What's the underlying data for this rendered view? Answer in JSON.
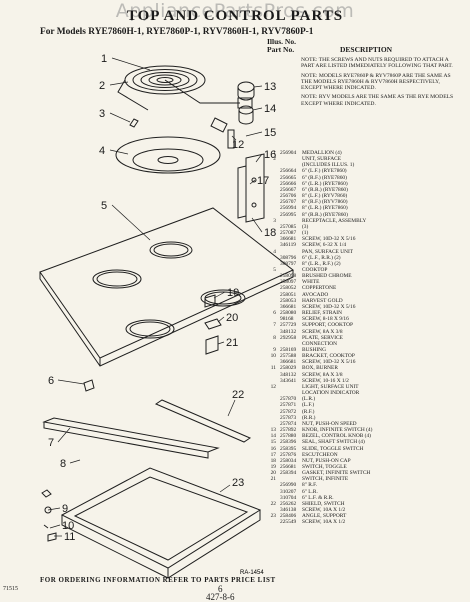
{
  "watermark": "AppliancePartsPros.com",
  "title": "TOP AND CONTROL PARTS",
  "models": "For Models RYE7860H-1, RYE7860P-1, RYV7860H-1, RYV7860P-1",
  "column_headers": {
    "illus_no": "Illus. No.",
    "part_no": "Part No.",
    "description": "DESCRIPTION"
  },
  "notes": [
    "Note: The screws and nuts required to attach a part are listed immediately following that part.",
    "Note: Models RYE7860P & RYV7860P are the same as the models RYE7860H & RYV7860H respectively, except where indicated.",
    "Note: RYV models are the same as the RYE models except where indicated."
  ],
  "callouts": [
    "1",
    "2",
    "3",
    "4",
    "5",
    "6",
    "7",
    "8",
    "9",
    "10",
    "11",
    "12",
    "13",
    "14",
    "15",
    "16",
    "17",
    "18",
    "19",
    "20",
    "21",
    "22",
    "23"
  ],
  "diagram_code": "RA-1454",
  "side_number": "71515",
  "page_number": "6",
  "page_suffix": "427-8-6",
  "footer": "FOR ORDERING INFORMATION REFER TO PARTS PRICE LIST",
  "parts": [
    {
      "ref": "1",
      "part": "256904",
      "desc": "Medallion (4)"
    },
    {
      "ref": "2",
      "part": "",
      "desc": "Unit, Surface"
    },
    {
      "ref": "",
      "part": "",
      "desc": "(Includes illus. 1)"
    },
    {
      "ref": "",
      "part": "256664",
      "desc": "6\" (L.F.) (RYE7860)"
    },
    {
      "ref": "",
      "part": "256665",
      "desc": "6\" (R.F.) (RYE7860)"
    },
    {
      "ref": "",
      "part": "256666",
      "desc": "6\" (L.R.) (RYE7860)"
    },
    {
      "ref": "",
      "part": "256667",
      "desc": "6\" (R.R.) (RYE7860)"
    },
    {
      "ref": "",
      "part": "256706",
      "desc": "8\" (L.F.) (RYV7860)"
    },
    {
      "ref": "",
      "part": "256707",
      "desc": "8\" (R.F.) (RYV7860)"
    },
    {
      "ref": "",
      "part": "256994",
      "desc": "8\" (L.R.) (RYE7860)"
    },
    {
      "ref": "",
      "part": "256995",
      "desc": "8\" (R.R.) (RYE7860)"
    },
    {
      "ref": "3",
      "part": "",
      "desc": "Receptacle, Assembly"
    },
    {
      "ref": "",
      "part": "257085",
      "desc": "(3)"
    },
    {
      "ref": "",
      "part": "257087",
      "desc": "(1)"
    },
    {
      "ref": "",
      "part": "366681",
      "desc": "Screw, 10D-32 x 5/16"
    },
    {
      "ref": "",
      "part": "346119",
      "desc": "Screw, 6-32 x 1/4"
    },
    {
      "ref": "4",
      "part": "",
      "desc": "Pan, Surface Unit"
    },
    {
      "ref": "",
      "part": "308796",
      "desc": "6\" (L.F., R.R.) (2)"
    },
    {
      "ref": "",
      "part": "308797",
      "desc": "8\" (L.R., R.F.) (2)"
    },
    {
      "ref": "5",
      "part": "",
      "desc": "Cooktop"
    },
    {
      "ref": "",
      "part": "258098",
      "desc": "Brushed Chrome"
    },
    {
      "ref": "",
      "part": "258097",
      "desc": "White"
    },
    {
      "ref": "",
      "part": "258052",
      "desc": "Coppertone"
    },
    {
      "ref": "",
      "part": "258051",
      "desc": "Avocado"
    },
    {
      "ref": "",
      "part": "258053",
      "desc": "Harvest Gold"
    },
    {
      "ref": "",
      "part": "366681",
      "desc": "Screw, 10D-32 x 5/16"
    },
    {
      "ref": "6",
      "part": "258080",
      "desc": "Relief, Strain"
    },
    {
      "ref": "",
      "part": "98168",
      "desc": "Screw, 8-18 x 9/16"
    },
    {
      "ref": "7",
      "part": "257729",
      "desc": "Support, Cooktop"
    },
    {
      "ref": "",
      "part": "348132",
      "desc": "Screw, 8A x 3/8"
    },
    {
      "ref": "8",
      "part": "292958",
      "desc": "Plate, Service"
    },
    {
      "ref": "",
      "part": "",
      "desc": "Connection"
    },
    {
      "ref": "9",
      "part": "258169",
      "desc": "Bushing"
    },
    {
      "ref": "10",
      "part": "257588",
      "desc": "Bracket, Cooktop"
    },
    {
      "ref": "",
      "part": "366681",
      "desc": "Screw, 10D-32 x 5/16"
    },
    {
      "ref": "11",
      "part": "258029",
      "desc": "Box, Burner"
    },
    {
      "ref": "",
      "part": "348132",
      "desc": "Screw, 8A x 3/8"
    },
    {
      "ref": "",
      "part": "343641",
      "desc": "Screw, 10-16 x 1/2"
    },
    {
      "ref": "12",
      "part": "",
      "desc": "Light, Surface Unit"
    },
    {
      "ref": "",
      "part": "",
      "desc": "Location Indicator"
    },
    {
      "ref": "",
      "part": "257870",
      "desc": "(L.R.)"
    },
    {
      "ref": "",
      "part": "257871",
      "desc": "(L.F.)"
    },
    {
      "ref": "",
      "part": "257872",
      "desc": "(R.F.)"
    },
    {
      "ref": "",
      "part": "257873",
      "desc": "(R.R.)"
    },
    {
      "ref": "",
      "part": "257874",
      "desc": "Nut, Push-On Speed"
    },
    {
      "ref": "13",
      "part": "257892",
      "desc": "Knob, Infinite Switch (4)"
    },
    {
      "ref": "14",
      "part": "257880",
      "desc": "Bezel, Control Knob (4)"
    },
    {
      "ref": "15",
      "part": "258396",
      "desc": "Seal, Shaft Switch (4)"
    },
    {
      "ref": "16",
      "part": "258395",
      "desc": "Slide, Toggle Switch"
    },
    {
      "ref": "17",
      "part": "257876",
      "desc": "Escutcheon"
    },
    {
      "ref": "18",
      "part": "258034",
      "desc": "Nut, Push-On Cap"
    },
    {
      "ref": "19",
      "part": "256681",
      "desc": "Switch, Toggle"
    },
    {
      "ref": "20",
      "part": "258394",
      "desc": "Gasket, Infinite Switch"
    },
    {
      "ref": "21",
      "part": "",
      "desc": "Switch, Infinite"
    },
    {
      "ref": "",
      "part": "256990",
      "desc": "8\" R.F."
    },
    {
      "ref": "",
      "part": "310207",
      "desc": "6\" L.R."
    },
    {
      "ref": "",
      "part": "310704",
      "desc": "6\" L.F. & R.R."
    },
    {
      "ref": "22",
      "part": "256262",
      "desc": "Shield, Switch"
    },
    {
      "ref": "",
      "part": "346138",
      "desc": "Screw, 10A x 1/2"
    },
    {
      "ref": "23",
      "part": "258406",
      "desc": "Angle, Support"
    },
    {
      "ref": "",
      "part": "225549",
      "desc": "Screw, 10A x 1/2"
    }
  ]
}
